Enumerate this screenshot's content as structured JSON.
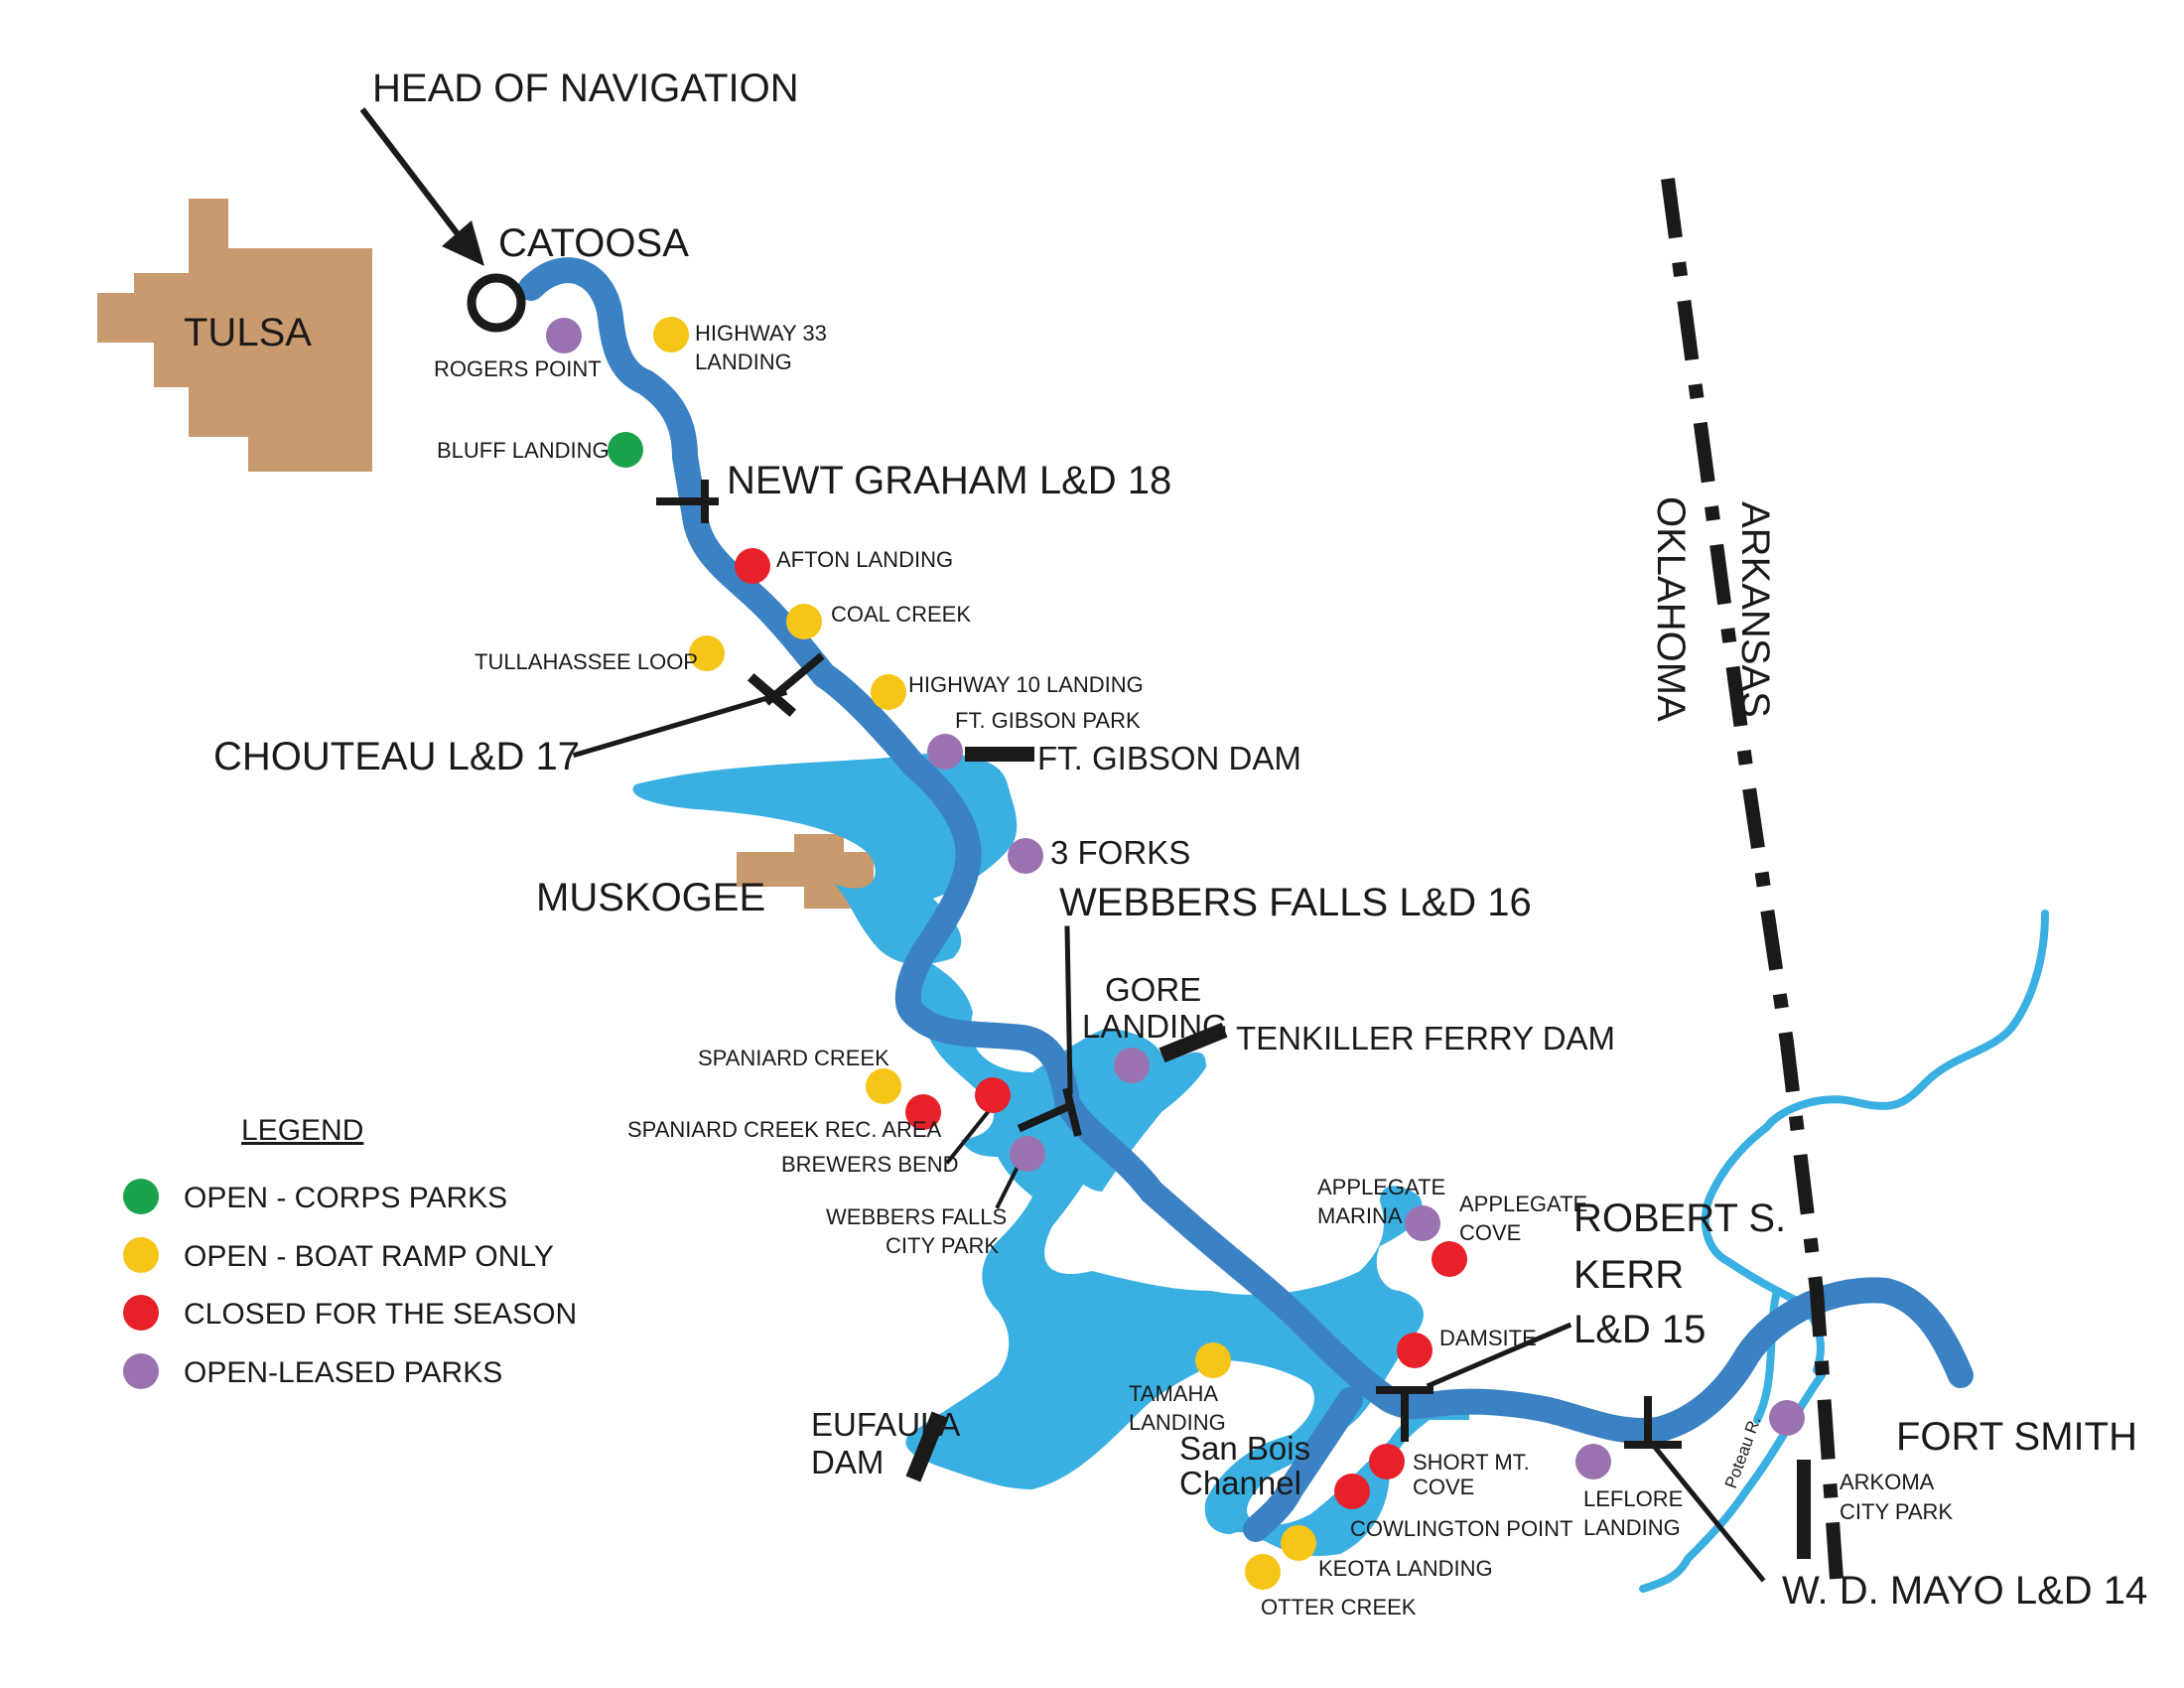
{
  "title": "HEAD OF NAVIGATION",
  "colors": {
    "river": "#3b82c4",
    "lake": "#3ab0e2",
    "city": "#c99a6e",
    "line": "#1a1a1a",
    "corps": "#1aa34a",
    "boat_ramp": "#f5c518",
    "closed": "#e8202a",
    "leased": "#9b72b0"
  },
  "cities": {
    "tulsa": "TULSA",
    "muskogee": "MUSKOGEE",
    "fort_smith": "FORT SMITH",
    "catoosa": "CATOOSA"
  },
  "states": {
    "arkansas": "ARKANSAS",
    "oklahoma": "OKLAHOMA"
  },
  "locks": {
    "newt_graham": "NEWT GRAHAM L&D 18",
    "chouteau": "CHOUTEAU L&D 17",
    "webbers_falls": "WEBBERS FALLS L&D 16",
    "kerr_1": "ROBERT S.",
    "kerr_2": "KERR",
    "kerr_3": "L&D 15",
    "mayo": "W. D. MAYO L&D 14"
  },
  "dams": {
    "ft_gibson": "FT. GIBSON DAM",
    "tenkiller": "TENKILLER FERRY DAM",
    "eufaula_1": "EUFAULA",
    "eufaula_2": "DAM"
  },
  "waters": {
    "san_bois_1": "San Bois",
    "san_bois_2": "Channel",
    "poteau": "Poteau R."
  },
  "legend": {
    "title": "LEGEND",
    "items": [
      {
        "label": "OPEN - CORPS PARKS",
        "status": "corps"
      },
      {
        "label": "OPEN - BOAT RAMP ONLY",
        "status": "boat_ramp"
      },
      {
        "label": "CLOSED FOR THE SEASON",
        "status": "closed"
      },
      {
        "label": "OPEN-LEASED PARKS",
        "status": "leased"
      }
    ]
  },
  "parks": [
    {
      "name": "ROGERS POINT",
      "status": "leased"
    },
    {
      "name_1": "HIGHWAY 33",
      "name_2": "LANDING",
      "status": "boat_ramp"
    },
    {
      "name": "BLUFF LANDING",
      "status": "corps"
    },
    {
      "name": "AFTON LANDING",
      "status": "closed"
    },
    {
      "name": "COAL CREEK",
      "status": "boat_ramp"
    },
    {
      "name": "TULLAHASSEE LOOP",
      "status": "boat_ramp"
    },
    {
      "name": "HIGHWAY 10 LANDING",
      "status": "boat_ramp"
    },
    {
      "name": "FT. GIBSON PARK",
      "status": "leased"
    },
    {
      "name": "3 FORKS",
      "status": "leased"
    },
    {
      "name_1": "GORE",
      "name_2": "LANDING",
      "status": "leased"
    },
    {
      "name": "SPANIARD CREEK",
      "status": "boat_ramp"
    },
    {
      "name": "SPANIARD CREEK REC. AREA",
      "status": "closed"
    },
    {
      "name": "BREWERS BEND",
      "status": "closed"
    },
    {
      "name_1": "WEBBERS FALLS",
      "name_2": "CITY PARK",
      "status": "leased"
    },
    {
      "name_1": "APPLEGATE",
      "name_2": "MARINA",
      "status": "leased"
    },
    {
      "name_1": "APPLEGATE",
      "name_2": "COVE",
      "status": "closed"
    },
    {
      "name": "DAMSITE",
      "status": "closed"
    },
    {
      "name_1": "TAMAHA",
      "name_2": "LANDING",
      "status": "boat_ramp"
    },
    {
      "name_1": "SHORT MT.",
      "name_2": "COVE",
      "status": "closed"
    },
    {
      "name": "COWLINGTON POINT",
      "status": "closed"
    },
    {
      "name": "KEOTA LANDING",
      "status": "boat_ramp"
    },
    {
      "name": "OTTER CREEK",
      "status": "boat_ramp"
    },
    {
      "name_1": "LEFLORE",
      "name_2": "LANDING",
      "status": "leased"
    },
    {
      "name_1": "ARKOMA",
      "name_2": "CITY PARK",
      "status": "leased"
    }
  ]
}
